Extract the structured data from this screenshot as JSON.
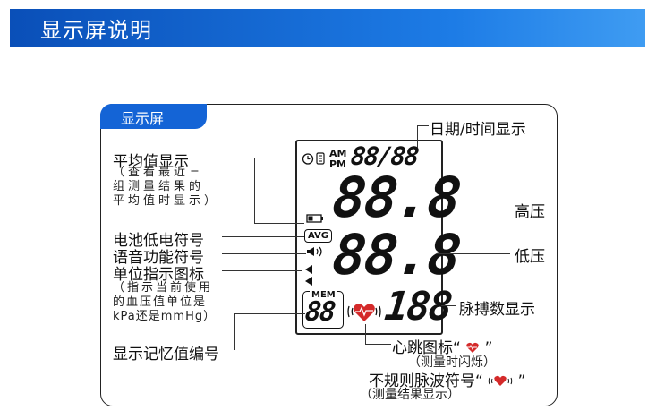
{
  "header": {
    "title": "显示屏说明"
  },
  "panel": {
    "tab_label": "显示屏"
  },
  "lcd": {
    "am": "AM",
    "pm": "PM",
    "date_time": "88/88",
    "systolic": "88.8",
    "diastolic": "88.8",
    "pulse": "188",
    "avg": "AVG",
    "mem_label": "MEM",
    "mem_value": "88"
  },
  "labels": {
    "date_time": "日期/时间显示",
    "systolic": "高压",
    "diastolic": "低压",
    "pulse": "脉搏数显示",
    "average": "平均值显示",
    "average_note": [
      "（查看最近三",
      "组测量结果的",
      "平均值时显示）"
    ],
    "battery": "电池低电符号",
    "voice": "语音功能符号",
    "unit": "单位指示图标",
    "unit_note": [
      "（指示当前使用",
      "的血压值单位是",
      "kPa还是mmHg）"
    ],
    "memory": "显示记忆值编号",
    "heart": "心跳图标“",
    "heart_close": "”",
    "heart_note": "（测量时闪烁）",
    "irregular": "不规则脉波符号“",
    "irregular_close": "”",
    "irregular_note": "（测量结果显示）"
  },
  "colors": {
    "header": "#1464d6",
    "heart": "#d42a2a"
  }
}
